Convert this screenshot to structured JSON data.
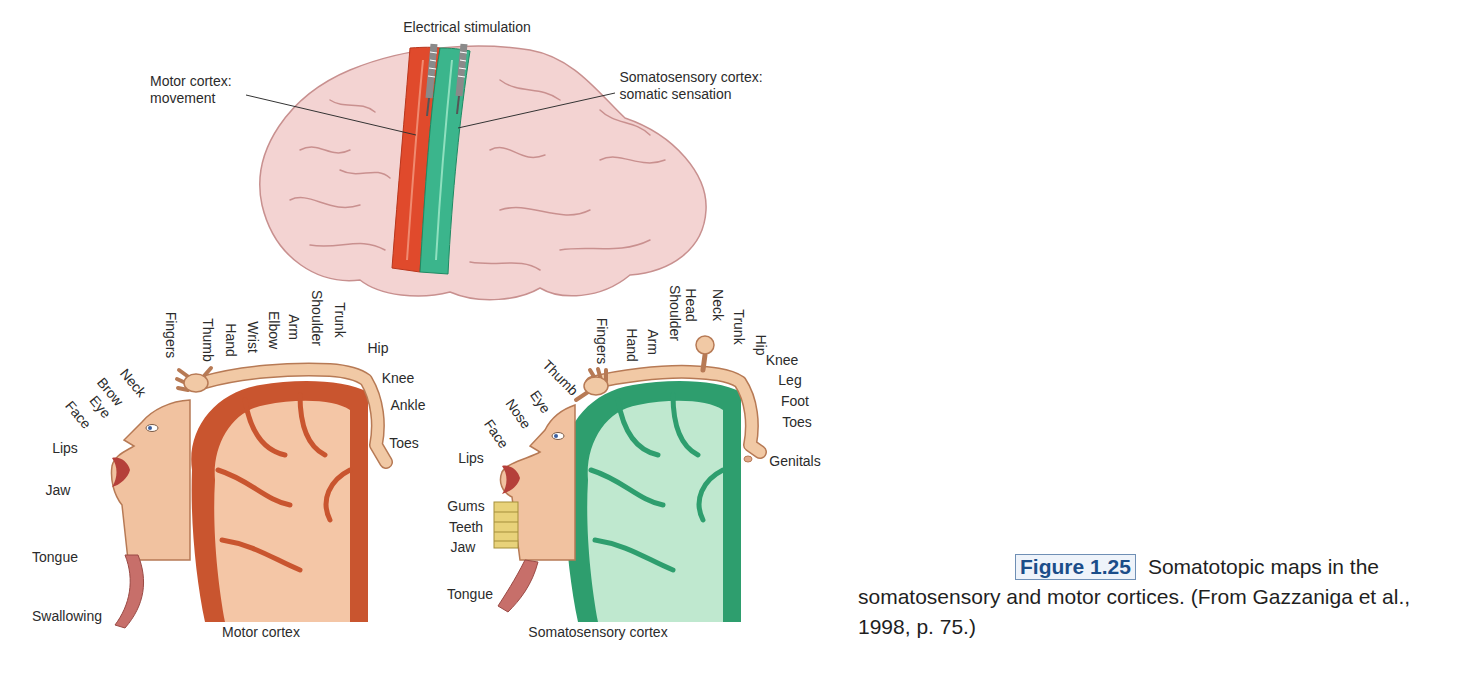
{
  "diagram": {
    "caption": "Somatotopic maps in the somatosensory and motor cortices. (From Gazzaniga et al., 1998, p. 75.)",
    "labels": [
      "Electrical stimulation",
      "Motor cortex: movement",
      "Somatosensory cortex: somatic sensation",
      "Fingers",
      "Thumb",
      "Hand",
      "Wrist",
      "Elbow",
      "Arm",
      "Shoulder",
      "Trunk",
      "Hip",
      "Knee",
      "Ankle",
      "Toes",
      "Neck",
      "Brow",
      "Eye",
      "Face",
      "Lips",
      "Jaw",
      "Tongue",
      "Swallowing",
      "Motor cortex",
      "Thumb",
      "Fingers",
      "Hand",
      "Arm",
      "Shoulder",
      "Head",
      "Neck",
      "Trunk",
      "Hip",
      "Knee",
      "Leg",
      "Foot",
      "Toes",
      "Genitals",
      "Eye",
      "Nose",
      "Face",
      "Lips",
      "Gums",
      "Teeth",
      "Jaw",
      "Tongue",
      "Somatosensory cortex",
      "Figure 1.25"
    ]
  }
}
